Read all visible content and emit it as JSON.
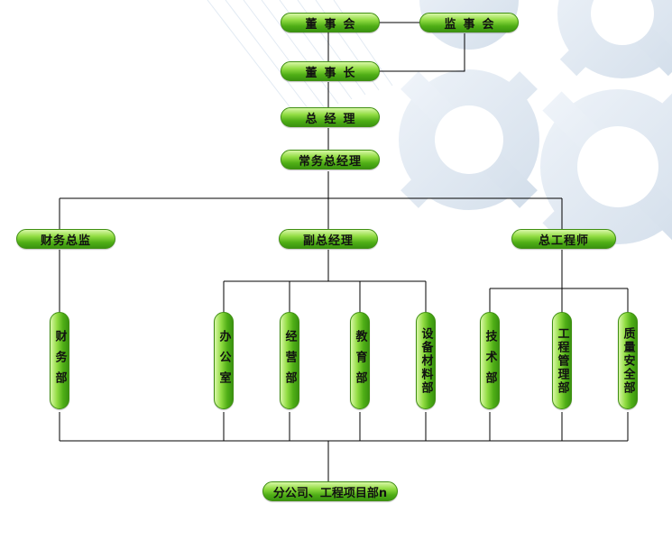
{
  "top": {
    "board": "董事会",
    "supervisors": "监事会",
    "chairman": "董事长",
    "gm": "总经理",
    "executive_gm": "常务总经理"
  },
  "second_tier": {
    "cfo": "财务总监",
    "deputy_gm": "副总经理",
    "chief_engineer": "总工程师"
  },
  "departments": {
    "finance": "财务部",
    "office": "办公室",
    "operations": "经营部",
    "education": "教育部",
    "equipment_materials": "设备材料部",
    "technology": "技术部",
    "engineering_management": "工程管理部",
    "quality_safety": "质量安全部"
  },
  "bottom": "分公司、工程项目部n",
  "colors": {
    "node_green": "#4fae16",
    "line": "#000000",
    "gear": "#e3ebf4"
  }
}
